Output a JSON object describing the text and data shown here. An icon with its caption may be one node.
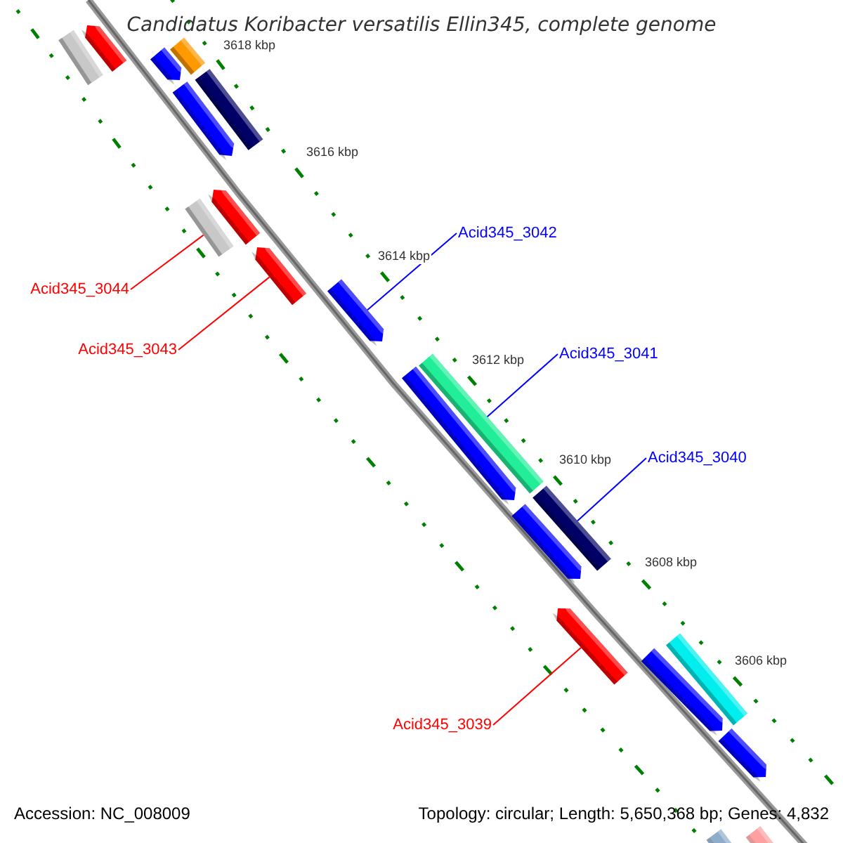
{
  "diagram": {
    "title": "Candidatus Koribacter versatilis Ellin345, complete genome",
    "nodes": [
      {
        "text": [
          "Acid345_3042"
        ]
      },
      {
        "text": [
          "Acid345_3044"
        ]
      },
      {
        "text": [
          "Acid345_3043"
        ]
      },
      {
        "text": [
          "Acid345_3041"
        ]
      },
      {
        "text": [
          "Acid345_3040"
        ]
      },
      {
        "text": [
          "Acid345_3039"
        ]
      },
      {
        "text": [],
        "shape": "bar"
      },
      {
        "text": [],
        "shape": "bar"
      },
      {
        "text": [],
        "shape": "bar"
      },
      {
        "text": [],
        "shape": "bar"
      },
      {
        "text": [],
        "shape": "bar"
      },
      {
        "text": [],
        "shape": "bar"
      },
      {
        "text": [],
        "shape": "bar"
      },
      {
        "text": [],
        "shape": "bar"
      },
      {
        "text": [],
        "shape": "bar"
      },
      {
        "text": [],
        "shape": "bar"
      },
      {
        "text": [],
        "shape": "bar"
      },
      {
        "text": [],
        "shape": "bar"
      },
      {
        "text": [],
        "shape": "bar"
      },
      {
        "text": [],
        "shape": "bar"
      },
      {
        "text": [],
        "shape": "bar"
      },
      {
        "text": [],
        "shape": "bar"
      },
      {
        "text": [],
        "shape": "bar"
      },
      {
        "text": [],
        "shape": "bar"
      },
      {
        "text": [],
        "shape": "bar"
      },
      {
        "text": [],
        "shape": "bar"
      }
    ],
    "edges": [
      {
        "from": 0,
        "to": 15,
        "arrow": "none",
        "color": "#0000ff"
      },
      {
        "from": 1,
        "to": 13,
        "arrow": "none",
        "color": "#ff0000"
      },
      {
        "from": 2,
        "to": 14,
        "arrow": "none",
        "color": "#ff0000"
      },
      {
        "from": 3,
        "to": 16,
        "arrow": "none",
        "color": "#0000ff"
      },
      {
        "from": 4,
        "to": 18,
        "arrow": "none",
        "color": "#0000ff"
      },
      {
        "from": 5,
        "to": 20,
        "arrow": "none",
        "color": "#ff0000"
      }
    ],
    "labels": [
      "3618 kbp",
      "3616 kbp",
      "3614 kbp",
      "3612 kbp",
      "3610 kbp",
      "3608 kbp",
      "3606 kbp",
      "Accession: NC_008009",
      "Topology: circular; Length: 5,650,368 bp; Genes: 4,832"
    ]
  }
}
